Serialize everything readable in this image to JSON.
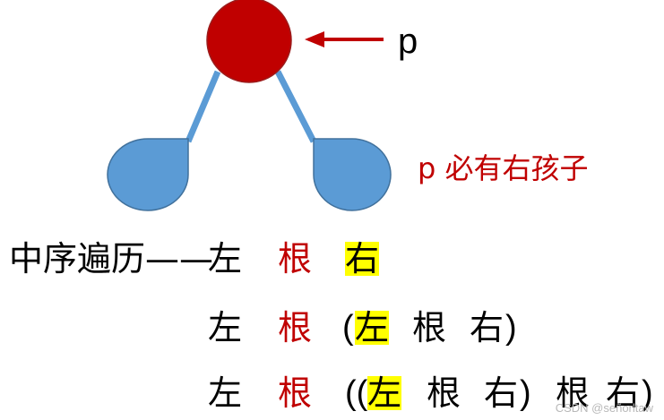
{
  "colors": {
    "root_node": "#c00000",
    "child_node": "#5b9bd5",
    "edge": "#5b9bd5",
    "arrow": "#c00000",
    "highlight": "#ffff00"
  },
  "labels": {
    "pointer": "p",
    "note": "p 必有右孩子"
  },
  "traversal": {
    "title": "中序遍历——",
    "row1": {
      "left": "左",
      "root": "根",
      "right": "右"
    },
    "row2": {
      "left": "左",
      "root": "根",
      "open": "(",
      "inner_left": "左",
      "inner_root": "根",
      "inner_right": "右",
      "close": ")"
    },
    "row3": {
      "left": "左",
      "root": "根",
      "open": "((",
      "inner_left": "左",
      "inner_root": "根",
      "inner_right": "右",
      "mid_close": ")",
      "outer_root": "根",
      "outer_right": "右",
      "close": ")"
    }
  },
  "watermark": "CSDN @señorltaw"
}
